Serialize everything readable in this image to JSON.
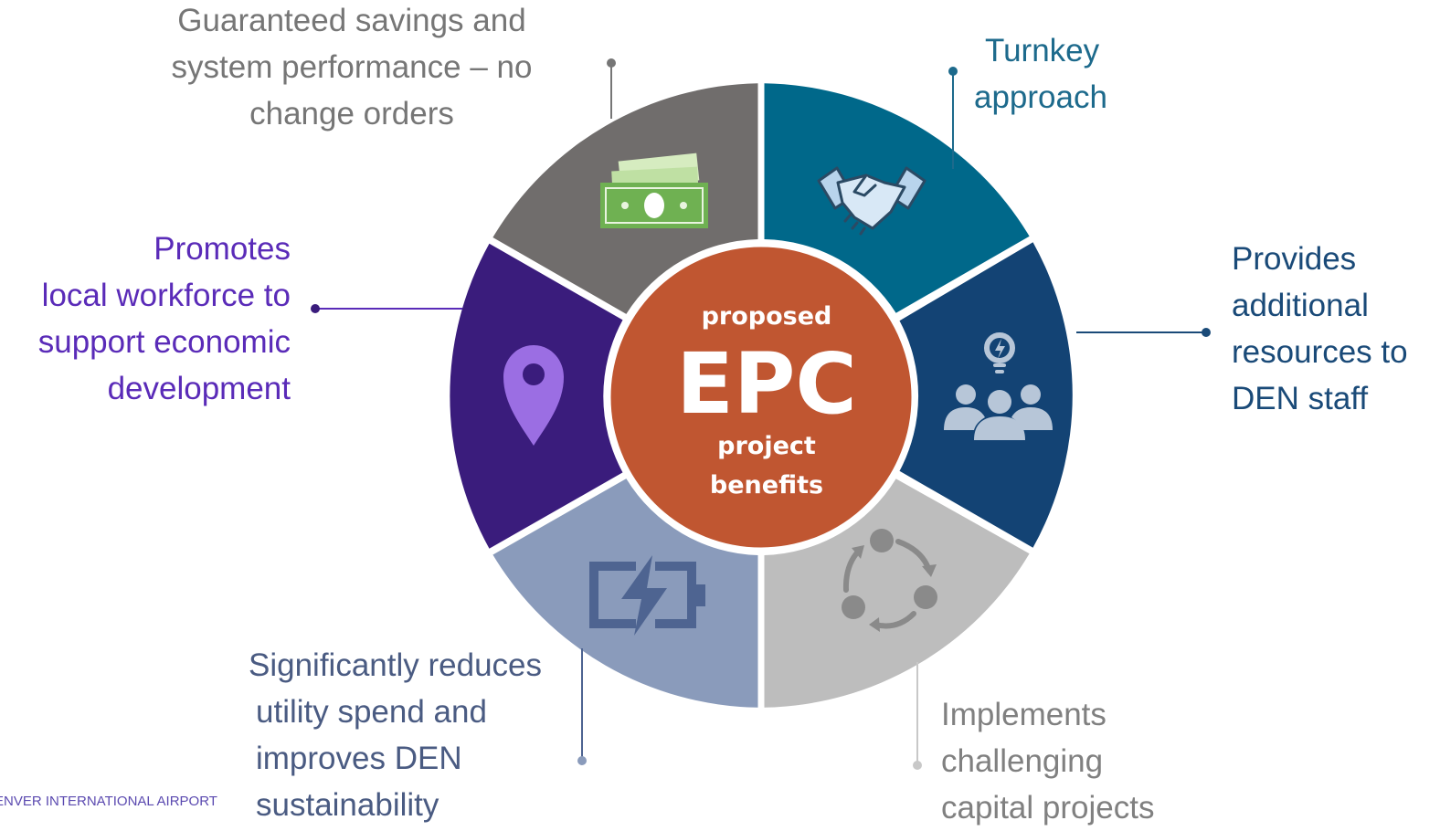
{
  "center": {
    "line1": "proposed",
    "line2": "EPC",
    "line3": "project",
    "line4": "benefits",
    "color": "#c05631"
  },
  "benefits": [
    {
      "lines": [
        "Guaranteed savings and",
        "system performance – no",
        "change orders"
      ],
      "color": "#767676",
      "segment_color": "#706d6c",
      "icon": "money-icon"
    },
    {
      "lines": [
        "Turnkey",
        "approach"
      ],
      "color": "#1d6a8c",
      "segment_color": "#00688a",
      "icon": "handshake-icon"
    },
    {
      "lines": [
        "Provides",
        "additional",
        "resources to",
        "DEN staff"
      ],
      "color": "#1a4a78",
      "segment_color": "#134374",
      "icon": "team-idea-icon"
    },
    {
      "lines": [
        "Implements",
        "challenging",
        "capital projects"
      ],
      "color": "#808080",
      "segment_color": "#bdbdbd",
      "icon": "cycle-icon"
    },
    {
      "lines": [
        "Significantly reduces",
        "utility spend and",
        "improves DEN",
        "sustainability"
      ],
      "color": "#4a5b82",
      "segment_color": "#8a9bbb",
      "icon": "battery-icon"
    },
    {
      "lines": [
        "Promotes",
        "local workforce to",
        "support economic",
        "development"
      ],
      "color": "#5a2bb8",
      "segment_color": "#3a1c7c",
      "icon": "location-pin-icon"
    }
  ],
  "footer": "ENVER INTERNATIONAL AIRPORT"
}
